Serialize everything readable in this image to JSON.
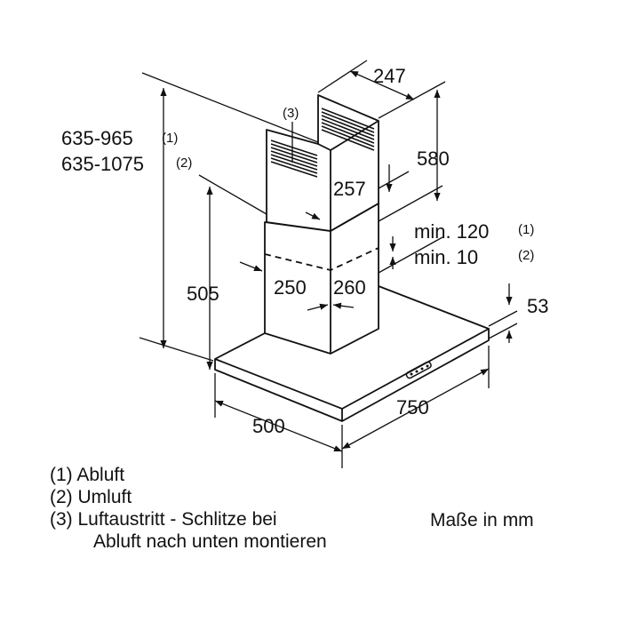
{
  "dimensions": {
    "chimney_depth": "247",
    "upper_chimney_height": "580",
    "upper_chimney_width": "257",
    "total_height_abluft": "635-965",
    "total_height_abluft_ref": "(1)",
    "total_height_umluft": "635-1075",
    "total_height_umluft_ref": "(2)",
    "lower_chimney_height": "505",
    "lower_chimney_width": "250",
    "lower_chimney_depth": "260",
    "gap_abluft": "min. 120",
    "gap_abluft_ref": "(1)",
    "gap_umluft": "min. 10",
    "gap_umluft_ref": "(2)",
    "canopy_height": "53",
    "hood_width": "750",
    "hood_depth": "500",
    "slot_ref": "(3)"
  },
  "legend": {
    "item1": "(1) Abluft",
    "item2": "(2) Umluft",
    "item3": "(3) Luftaustritt - Schlitze bei",
    "item3_cont": "Abluft nach unten montieren"
  },
  "units_note": "Maße in mm"
}
